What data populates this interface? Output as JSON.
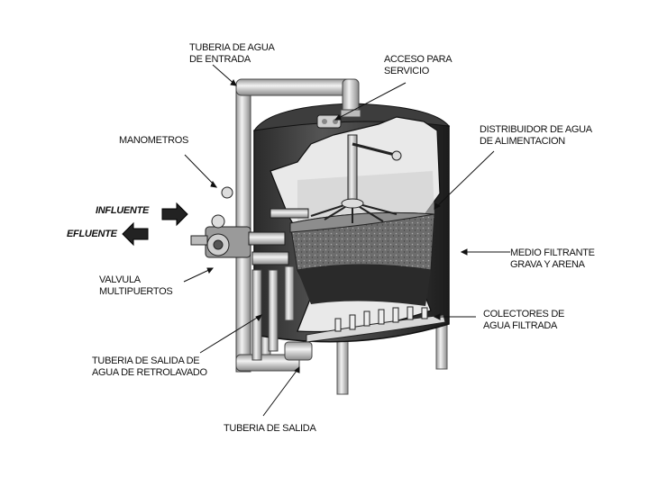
{
  "labels": {
    "entrada": [
      "TUBERIA DE AGUA",
      "DE ENTRADA"
    ],
    "acceso": [
      "ACCESO PARA",
      "SERVICIO"
    ],
    "manometros": [
      "MANOMETROS"
    ],
    "distribuidor": [
      "DISTRIBUIDOR DE AGUA",
      "DE ALIMENTACION"
    ],
    "influente": [
      "INFLUENTE"
    ],
    "efluente": [
      "EFLUENTE"
    ],
    "medio": [
      "MEDIO FILTRANTE",
      "GRAVA Y ARENA"
    ],
    "valvula": [
      "VALVULA",
      "MULTIPUERTOS"
    ],
    "colectores": [
      "COLECTORES DE",
      "AGUA FILTRADA"
    ],
    "retrolavado": [
      "TUBERIA DE SALIDA DE",
      "AGUA DE RETROLAVADO"
    ],
    "salida": [
      "TUBERIA DE SALIDA"
    ]
  }
}
